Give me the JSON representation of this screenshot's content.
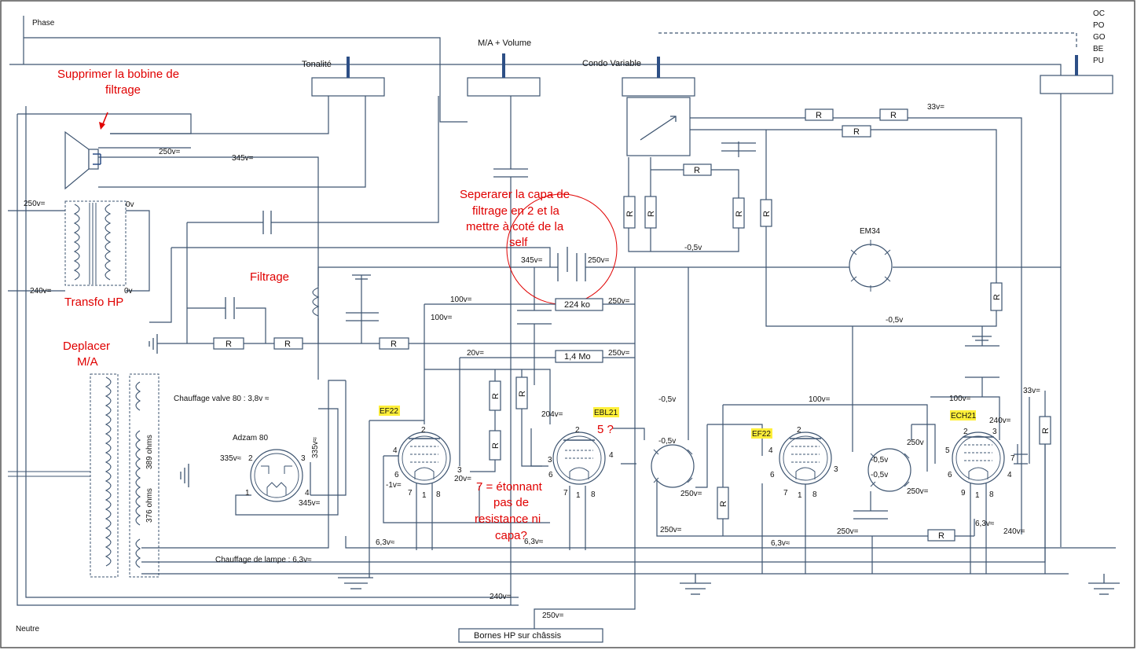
{
  "labels": {
    "phase": "Phase",
    "neutre": "Neutre",
    "tonalite": "Tonalité",
    "ma_volume": "M/A + Volume",
    "condo_variable": "Condo Variable",
    "bands": [
      "OC",
      "PO",
      "GO",
      "BE",
      "PU"
    ],
    "em34": "EM34",
    "adzam": "Adzam 80",
    "chauffage_valve": "Chauffage valve 80 : 3,8v ≈",
    "chauffage_lampe": "Chauffage de lampe : 6,3v≈",
    "ohms389": "389 ohms",
    "ohms376": "376 ohms",
    "bornes": "Bornes HP sur châssis",
    "r": "R",
    "r224": "224 ko",
    "r14": "1,4 Mo"
  },
  "tubes": {
    "ef22a": "EF22",
    "ebl21": "EBL21",
    "ef22b": "EF22",
    "ech21": "ECH21"
  },
  "annotations": {
    "bobine": [
      "Supprimer la bobine de",
      "filtrage"
    ],
    "transfo": "Transfo HP",
    "filtrage": "Filtrage",
    "deplacer": [
      "Deplacer",
      "M/A"
    ],
    "capa": [
      "Seperarer la capa de",
      "filtrage en 2 et la",
      "mettre à coté de la",
      "self"
    ],
    "etonnant": [
      "7 = étonnant",
      "pas de",
      "resistance ni",
      "capa?"
    ],
    "five": "5 ?"
  },
  "voltages": {
    "v250a": "250v=",
    "v345a": "345v=",
    "v250b": "250v=",
    "v0a": "0v",
    "v0b": "0v",
    "v240a": "240v=",
    "v345b": "345v=",
    "v250c": "250v=",
    "v100a": "100v=",
    "v100b": "100v=",
    "v250d": "250v=",
    "v20a": "20v=",
    "v250e": "250v=",
    "v204": "204v=",
    "vneg05a": "-0,5v",
    "vneg05b": "-0,5v",
    "vneg05c": "-0,5v",
    "vneg05d": "-0,5v",
    "vneg05e": "-0,5v",
    "vneg05f": "-0,5v",
    "v33a": "33v=",
    "v33b": "33v=",
    "v100c": "100v=",
    "v100d": "100v=",
    "v240b": "240v=",
    "v250f": "250v",
    "v250g": "250v=",
    "v250h": "250v=",
    "v250i": "250v=",
    "v250j": "250v=",
    "v240c": "240v=",
    "v63a": "6,3v≈",
    "v63b": "6,3v≈",
    "v63c": "6,3v≈",
    "v63d": "6,3v≈",
    "vneg1": "-1v=",
    "v20b": "20v=",
    "v335a": "335v≈",
    "v335b": "335v≈",
    "v345c": "345v=",
    "v240d": "240v=",
    "v250k": "250v="
  },
  "pins": {
    "p1": "1",
    "p2": "2",
    "p3": "3",
    "p4": "4",
    "p5": "5",
    "p6": "6",
    "p7": "7",
    "p8": "8",
    "p9": "9"
  }
}
